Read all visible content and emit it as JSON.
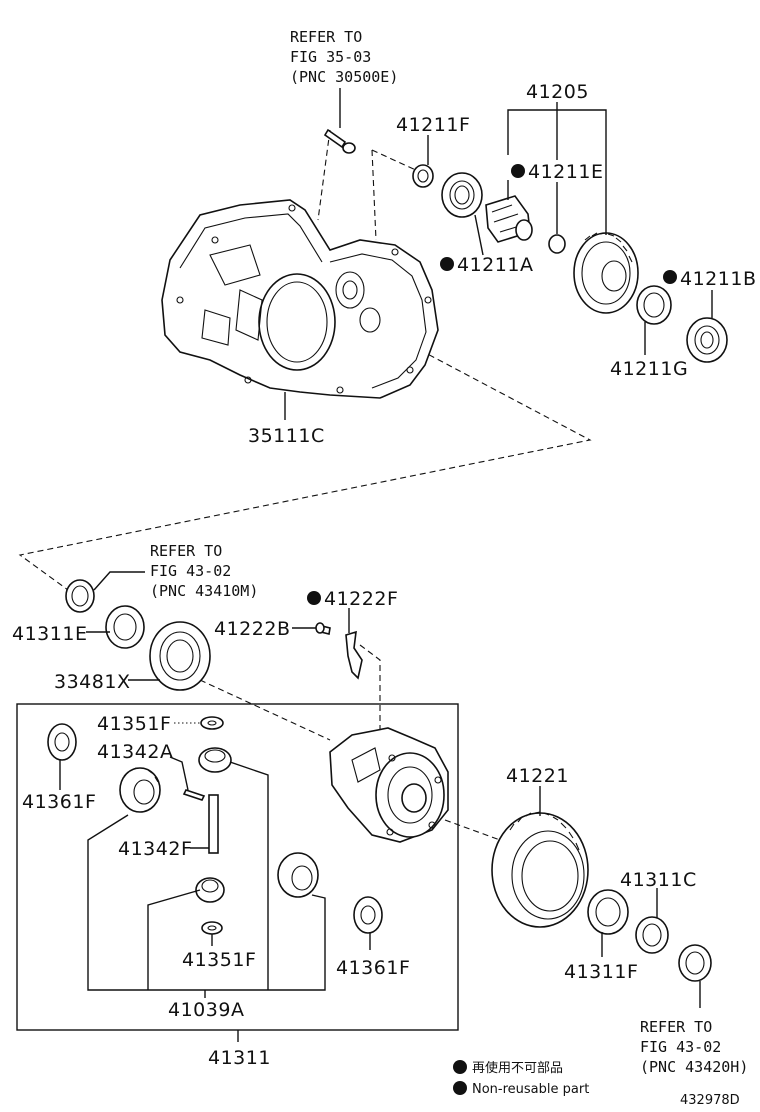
{
  "labels": {
    "p35111C": "35111C",
    "p41205": "41205",
    "p41211F": "41211F",
    "p41211E": "41211E",
    "p41211A": "41211A",
    "p41211B": "41211B",
    "p41211G": "41211G",
    "p41311E": "41311E",
    "p33481X": "33481X",
    "p41222F": "41222F",
    "p41222B": "41222B",
    "p41351F_top": "41351F",
    "p41342A": "41342A",
    "p41361F_left": "41361F",
    "p41342F": "41342F",
    "p41351F_bottom": "41351F",
    "p41361F_right": "41361F",
    "p41039A": "41039A",
    "p41311": "41311",
    "p41221": "41221",
    "p41311C": "41311C",
    "p41311F": "41311F"
  },
  "references": {
    "ref_top": [
      "REFER TO",
      "FIG 35-03",
      "(PNC 30500E)"
    ],
    "ref_mid": [
      "REFER TO",
      "FIG 43-02",
      "(PNC 43410M)"
    ],
    "ref_bottom": [
      "REFER TO",
      "FIG 43-02",
      "(PNC 43420H)"
    ]
  },
  "legend": {
    "japanese": "再使用不可部品",
    "english": "Non-reusable part"
  },
  "illustration_code": "432978D"
}
